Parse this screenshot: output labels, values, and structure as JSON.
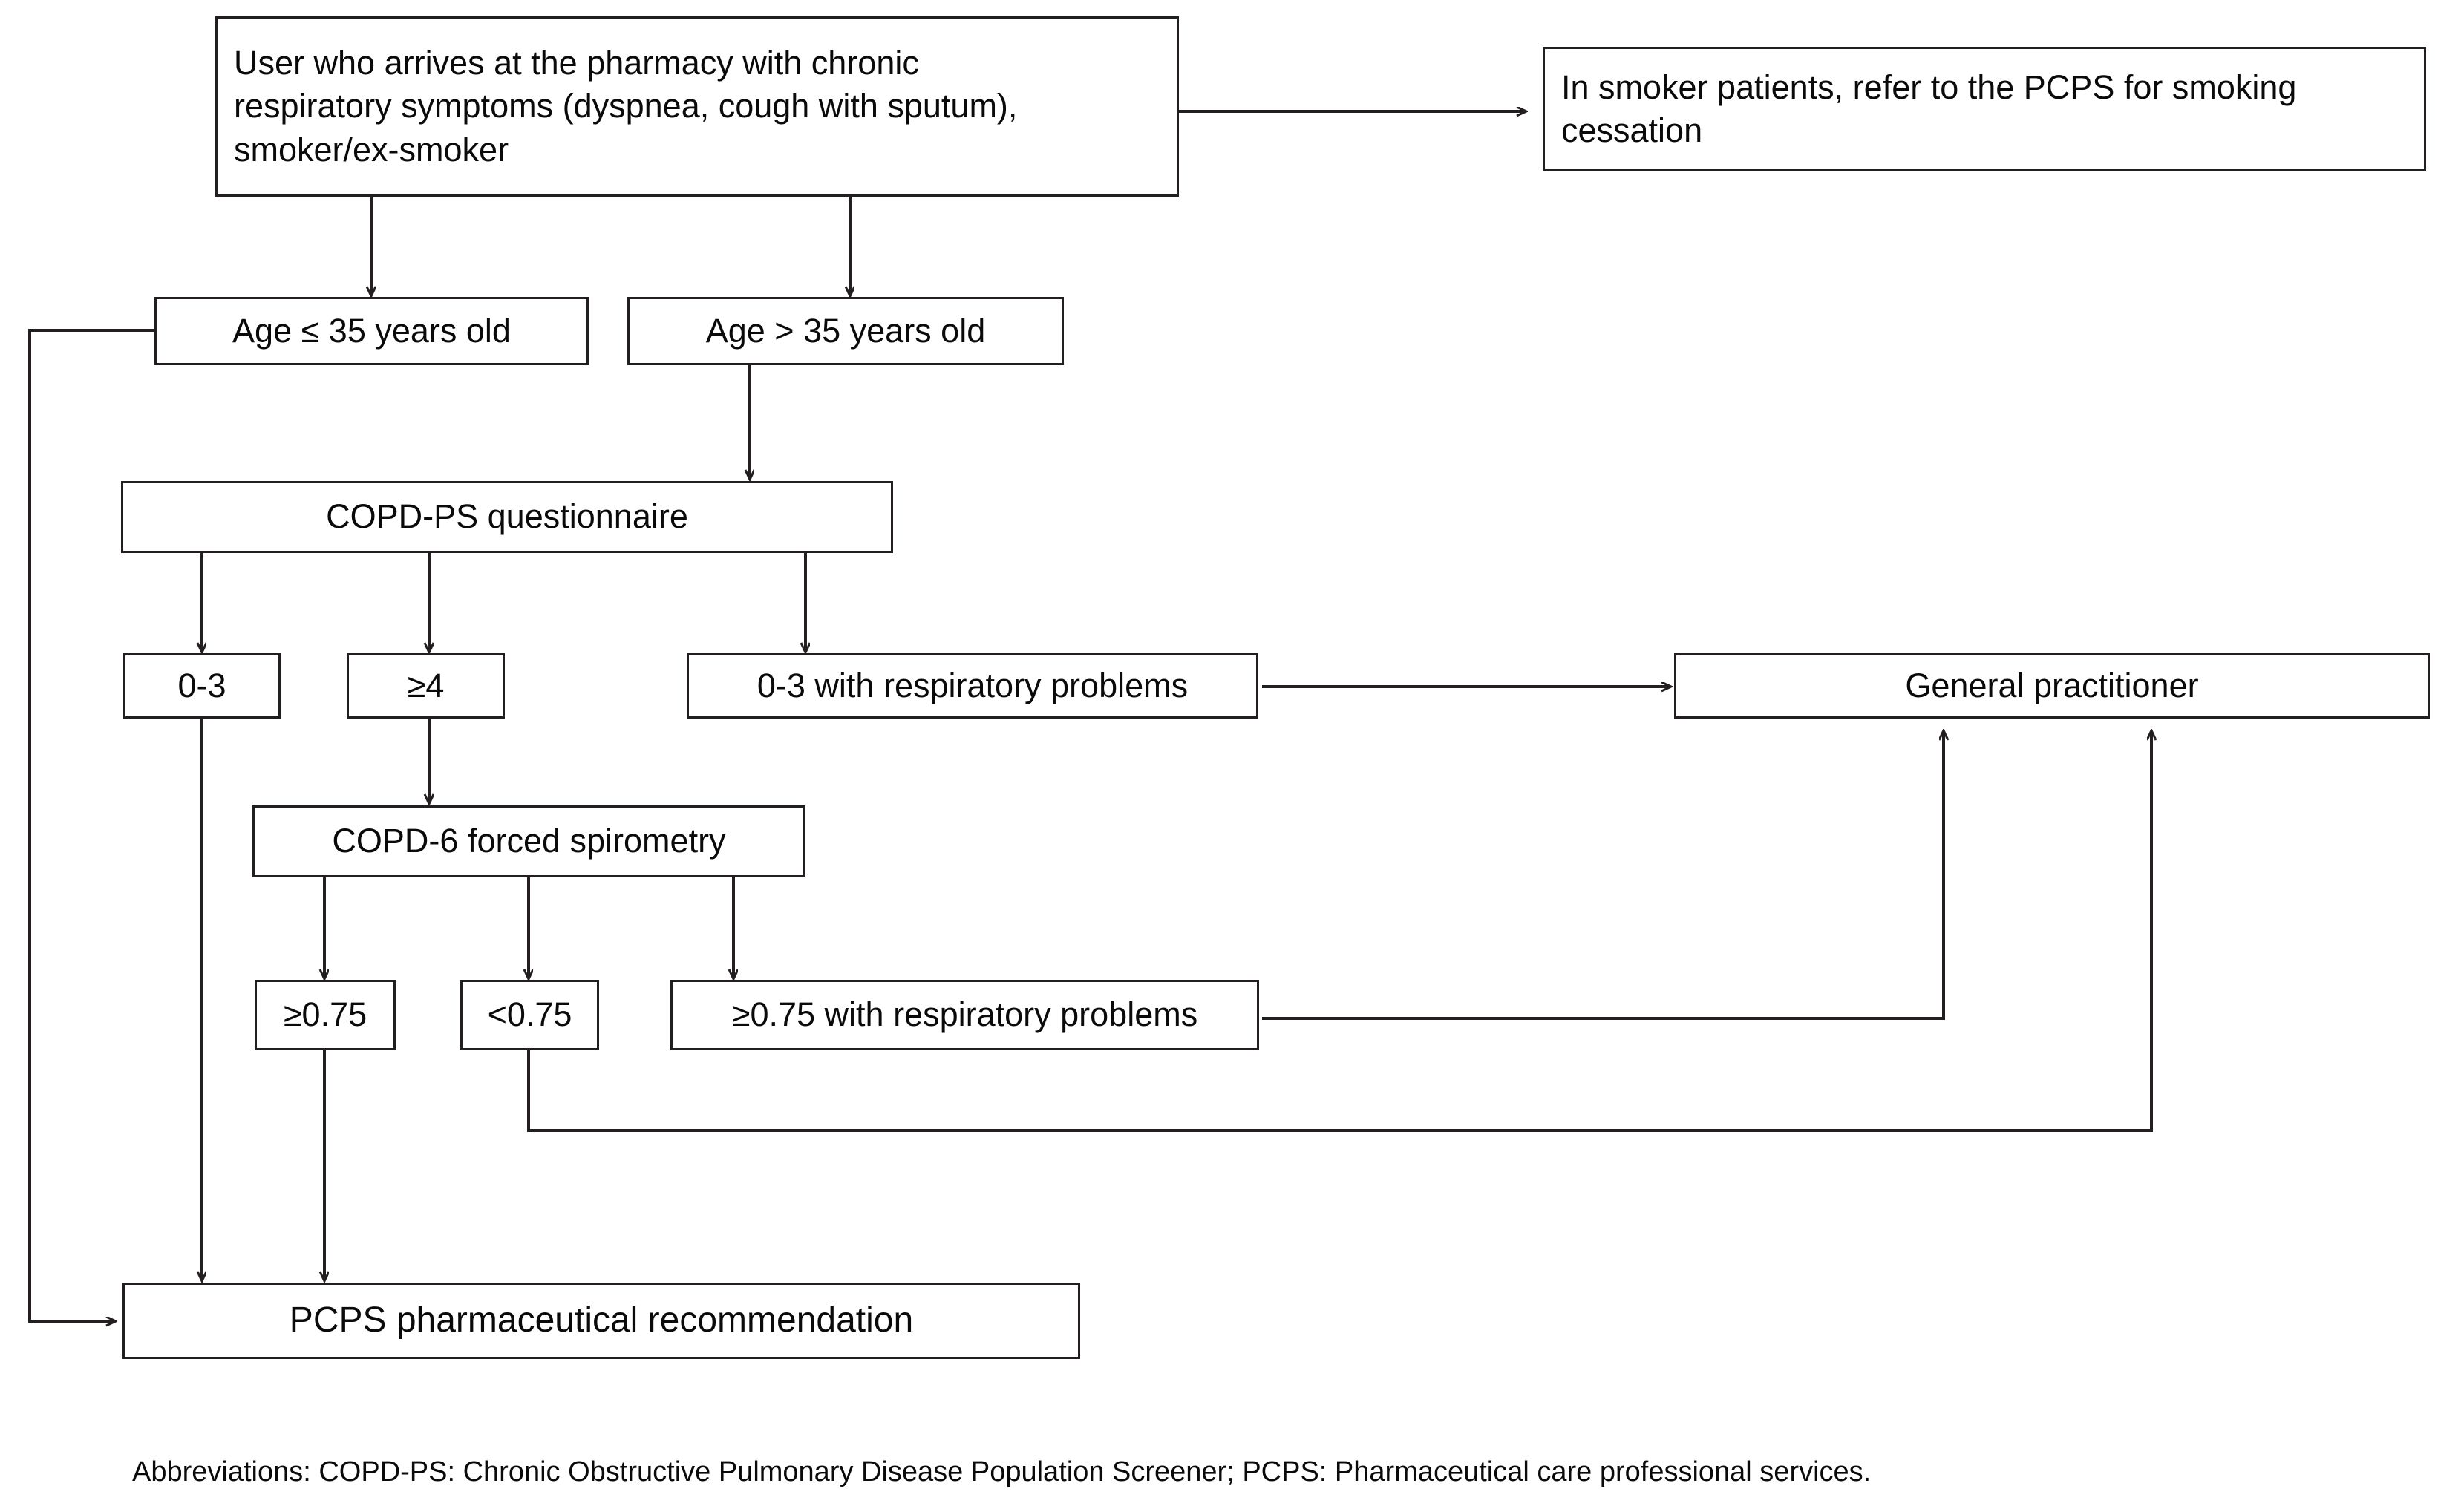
{
  "diagram": {
    "title_note": "COPD case-finding flowchart in community pharmacy",
    "footnote": "Abbreviations: COPD-PS: Chronic Obstructive Pulmonary Disease Population Screener; PCPS: Pharmaceutical care professional services.",
    "colors": {
      "stroke": "#231f20",
      "text": "#0a0a0a",
      "background": "#ffffff"
    },
    "nodes": {
      "entry": "User who arrives at the pharmacy with chronic\nrespiratory symptoms (dyspnea, cough with sputum),\nsmoker/ex-smoker",
      "smoking_referral": "In smoker patients, refer to the PCPS for smoking\ncessation",
      "age_le_35": "Age ≤ 35 years old",
      "age_gt_35": "Age > 35 years old",
      "copd_ps": "COPD-PS questionnaire",
      "score_0_3": "0-3",
      "score_ge_4": "≥4",
      "score_0_3_resp": "0-3 with respiratory problems",
      "general_practitioner": "General practitioner",
      "copd6": "COPD-6 forced spirometry",
      "ratio_ge_075": "≥0.75",
      "ratio_lt_075": "<0.75",
      "ratio_ge_075_resp": "≥0.75 with respiratory problems",
      "pcps_recommendation": "PCPS pharmaceutical recommendation"
    },
    "edges": [
      {
        "from": "entry",
        "to": "smoking_referral",
        "style": "arrow-right"
      },
      {
        "from": "entry",
        "to": "age_le_35",
        "style": "arrow-down"
      },
      {
        "from": "entry",
        "to": "age_gt_35",
        "style": "arrow-down"
      },
      {
        "from": "age_gt_35",
        "to": "copd_ps",
        "style": "arrow-down"
      },
      {
        "from": "copd_ps",
        "to": "score_0_3",
        "style": "arrow-down"
      },
      {
        "from": "copd_ps",
        "to": "score_ge_4",
        "style": "arrow-down"
      },
      {
        "from": "copd_ps",
        "to": "score_0_3_resp",
        "style": "arrow-down"
      },
      {
        "from": "score_0_3_resp",
        "to": "general_practitioner",
        "style": "arrow-right"
      },
      {
        "from": "score_ge_4",
        "to": "copd6",
        "style": "arrow-down"
      },
      {
        "from": "copd6",
        "to": "ratio_ge_075",
        "style": "arrow-down"
      },
      {
        "from": "copd6",
        "to": "ratio_lt_075",
        "style": "arrow-down"
      },
      {
        "from": "copd6",
        "to": "ratio_ge_075_resp",
        "style": "arrow-down"
      },
      {
        "from": "ratio_ge_075_resp",
        "to": "general_practitioner",
        "style": "elbow-up"
      },
      {
        "from": "ratio_lt_075",
        "to": "general_practitioner",
        "style": "elbow-down-right-up"
      },
      {
        "from": "score_0_3",
        "to": "pcps_recommendation",
        "style": "arrow-down"
      },
      {
        "from": "ratio_ge_075",
        "to": "pcps_recommendation",
        "style": "arrow-down"
      },
      {
        "from": "age_le_35",
        "to": "pcps_recommendation",
        "style": "elbow-left-down-right"
      }
    ]
  }
}
